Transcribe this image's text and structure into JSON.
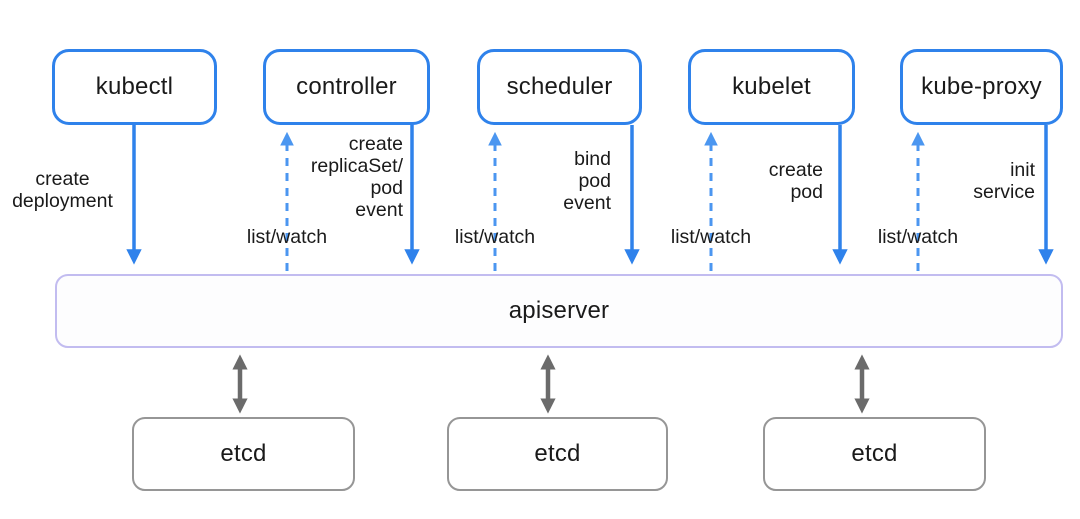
{
  "diagram": {
    "description": "Kubernetes architecture diagram",
    "top_nodes": [
      {
        "id": "kubectl",
        "label": "kubectl"
      },
      {
        "id": "controller",
        "label": "controller"
      },
      {
        "id": "scheduler",
        "label": "scheduler"
      },
      {
        "id": "kubelet",
        "label": "kubelet"
      },
      {
        "id": "kube-proxy",
        "label": "kube-proxy"
      }
    ],
    "apiserver": {
      "label": "apiserver"
    },
    "etcd_nodes": [
      {
        "label": "etcd"
      },
      {
        "label": "etcd"
      },
      {
        "label": "etcd"
      }
    ],
    "edge_labels": {
      "kubectl_action": "create\ndeployment",
      "controller_watch": "list/watch",
      "controller_action": "create\nreplicaSet/\npod\nevent",
      "scheduler_watch": "list/watch",
      "scheduler_action": "bind\npod\nevent",
      "kubelet_watch": "list/watch",
      "kubelet_action": "create\npod",
      "kubeproxy_watch": "list/watch",
      "kubeproxy_action": "init\nservice"
    },
    "colors": {
      "node_border_blue": "#2f82eb",
      "arrow_solid_blue": "#2f82eb",
      "arrow_dashed_blue": "#4b96f0",
      "apiserver_border": "#c2bcf0",
      "etcd_border": "#969696",
      "etcd_arrow_gray": "#6b6b6b",
      "label_text": "#1a1a1a",
      "background": "#ffffff"
    }
  }
}
